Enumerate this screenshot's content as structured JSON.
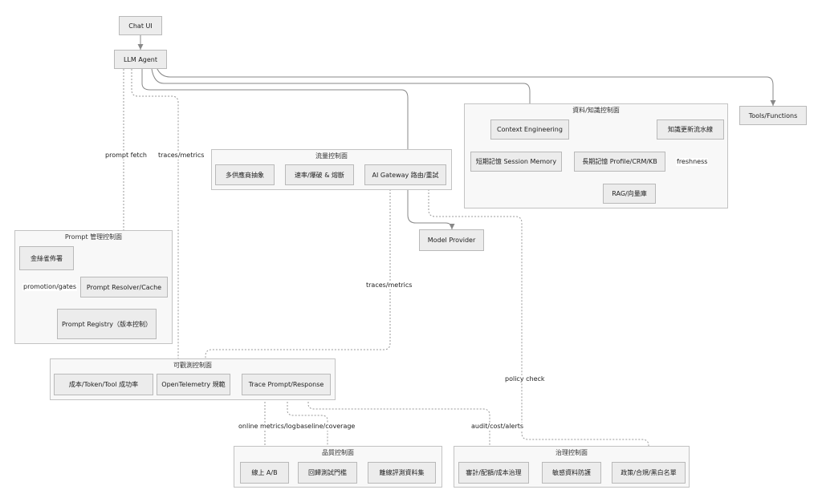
{
  "nodes": {
    "chat_ui": "Chat UI",
    "llm_agent": "LLM Agent",
    "tools_functions": "Tools/Functions",
    "model_provider": "Model Provider",
    "context_engineering": "Context Engineering",
    "knowledge_pipeline": "知識更新流水線",
    "short_memory": "短期記憶 Session Memory",
    "long_memory": "長期記憶 Profile/CRM/KB",
    "rag": "RAG/向量庫",
    "multi_vendor": "多供應商抽象",
    "rate_limit": "速率/爆破 & 熔斷",
    "ai_gateway": "AI Gateway 路由/重試",
    "golden_author": "金絲雀佈署",
    "prompt_resolver": "Prompt Resolver/Cache",
    "prompt_registry": "Prompt Registry（版本控制）",
    "cost_metrics": "成本/Token/Tool 成功率",
    "otel": "OpenTelemetry 規範",
    "trace": "Trace Prompt/Response",
    "online_ab": "線上 A/B",
    "regression_gate": "回歸測試門檻",
    "offline_eval": "離線評測資料集",
    "audit_cost": "審計/配額/成本治理",
    "sensitive_data": "敏感資料防護",
    "policy_list": "政策/合規/黑白名單"
  },
  "groups": {
    "data_knowledge": "資料/知識控制面",
    "traffic": "流量控制面",
    "prompt_mgmt": "Prompt 管理控制面",
    "observability": "可觀測控制面",
    "quality": "品質控制面",
    "governance": "治理控制面"
  },
  "edge_labels": {
    "prompt_fetch": "prompt fetch",
    "traces_metrics_1": "traces/metrics",
    "freshness": "freshness",
    "promotion_gates": "promotion/gates",
    "traces_metrics_2": "traces/metrics",
    "policy_check": "policy check",
    "online_metrics": "online metrics/logs",
    "baseline_coverage": "baseline/coverage",
    "audit_alerts": "audit/cost/alerts"
  },
  "colors": {
    "edge": "#888888",
    "node_fill": "#ececec",
    "group_fill": "#f8f8f8"
  }
}
